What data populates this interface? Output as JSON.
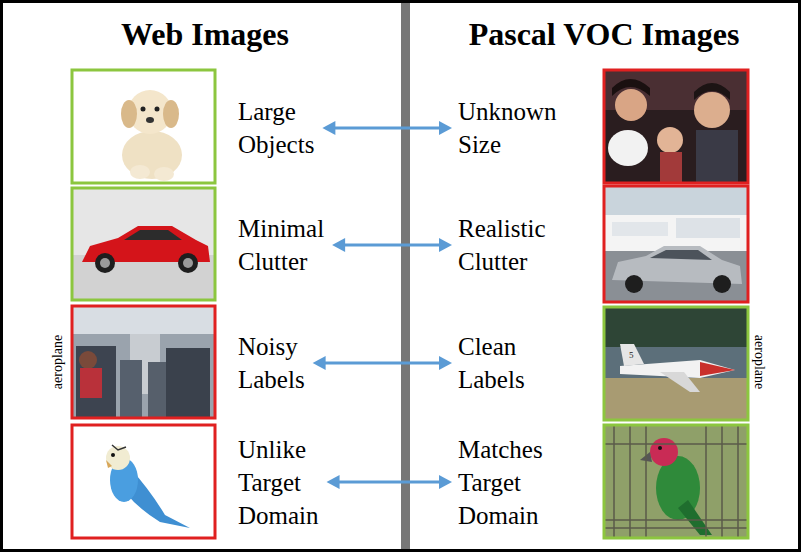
{
  "diagram": {
    "nodes": [
      {
        "text": [
          "Large Objects"
        ]
      },
      {
        "text": [
          "Unknown Size"
        ]
      },
      {
        "text": [
          "Minimal Clutter"
        ]
      },
      {
        "text": [
          "Realistic Clutter"
        ]
      },
      {
        "text": [
          "Noisy Labels"
        ]
      },
      {
        "text": [
          "Clean Labels"
        ]
      },
      {
        "text": [
          "Unlike Target Domain"
        ]
      },
      {
        "text": [
          "Matches Target Domain"
        ]
      }
    ],
    "edges": [
      {
        "from": 0,
        "to": 1,
        "arrow": "both"
      },
      {
        "from": 2,
        "to": 3,
        "arrow": "both"
      },
      {
        "from": 4,
        "to": 5,
        "arrow": "both"
      },
      {
        "from": 6,
        "to": 7,
        "arrow": "both"
      }
    ],
    "labels": [
      "Web Images",
      "Pascal VOC Images",
      "aeroplane",
      "aeroplane"
    ]
  }
}
